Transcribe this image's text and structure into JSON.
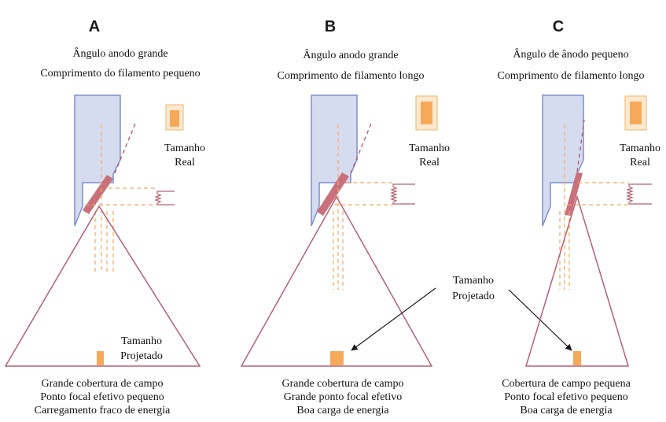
{
  "colors": {
    "anode_fill": "#d6dcef",
    "anode_stroke": "#7b8fcf",
    "target": "#c9717a",
    "beam": "#b86070",
    "dashed": "#f3a960",
    "focal_spot": "#f7a95a",
    "box_fill": "#fde9cf",
    "box_stroke": "#f3b36d"
  },
  "panels": [
    {
      "letter": "A",
      "heading1": "Ângulo anodo grande",
      "heading2": "Comprimento do filamento pequeno",
      "real_label_1": "Tamanho",
      "real_label_2": "Real",
      "projected_label_1": "Tamanho",
      "projected_label_2": "Projetado",
      "caption": [
        "Grande cobertura de campo",
        "Ponto focal efetivo pequeno",
        "Carregamento fraco de energia"
      ]
    },
    {
      "letter": "B",
      "heading1": "Ângulo anodo grande",
      "heading2": "Comprimento de filamento longo",
      "real_label_1": "Tamanho",
      "real_label_2": "Real",
      "caption": [
        "Grande cobertura de campo",
        "Grande ponto focal efetivo",
        "Boa carga de energia"
      ]
    },
    {
      "letter": "C",
      "heading1": "Ângulo de ânodo pequeno",
      "heading2": "Comprimento de filamento longo",
      "real_label_1": "Tamanho",
      "real_label_2": "Real",
      "caption": [
        "Cobertura de campo pequena",
        "Ponto focal efetivo pequeno",
        "Boa carga de energia"
      ]
    }
  ],
  "shared_projected_label_1": "Tamanho",
  "shared_projected_label_2": "Projetado"
}
